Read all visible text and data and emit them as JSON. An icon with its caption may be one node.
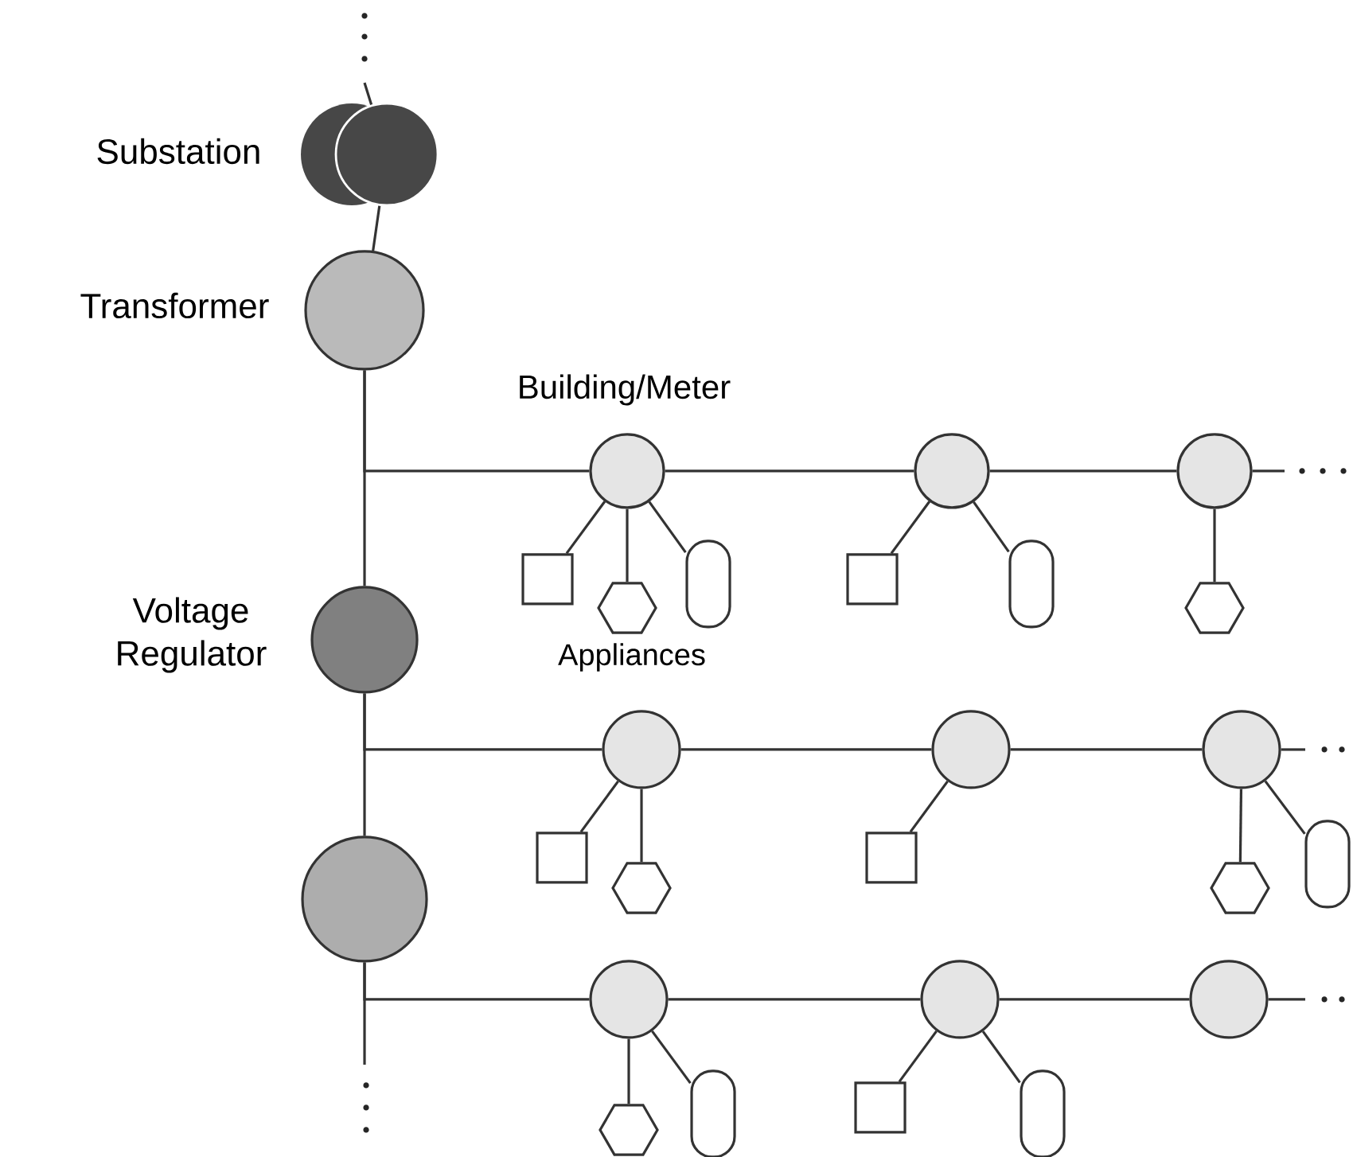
{
  "diagram": {
    "nodes": [
      {
        "text": [
          "Substation"
        ]
      },
      {
        "text": [
          "Transformer"
        ]
      },
      {
        "text": [
          "Voltage Regulator"
        ]
      },
      {
        "text": [],
        "shape": "circle"
      },
      {
        "text": [],
        "shape": "circle"
      },
      {
        "text": [],
        "shape": "box"
      },
      {
        "text": [],
        "shape": "hexagon"
      },
      {
        "text": [],
        "shape": "capsule"
      },
      {
        "text": [],
        "shape": "circle"
      },
      {
        "text": [],
        "shape": "box"
      },
      {
        "text": [],
        "shape": "capsule"
      },
      {
        "text": [],
        "shape": "circle"
      },
      {
        "text": [],
        "shape": "hexagon"
      },
      {
        "text": [],
        "shape": "circle"
      },
      {
        "text": [],
        "shape": "box"
      },
      {
        "text": [],
        "shape": "hexagon"
      },
      {
        "text": [],
        "shape": "circle"
      },
      {
        "text": [],
        "shape": "box"
      },
      {
        "text": [],
        "shape": "circle"
      },
      {
        "text": [],
        "shape": "hexagon"
      },
      {
        "text": [],
        "shape": "capsule"
      },
      {
        "text": [],
        "shape": "circle"
      },
      {
        "text": [],
        "shape": "hexagon"
      },
      {
        "text": [],
        "shape": "capsule"
      },
      {
        "text": [],
        "shape": "circle"
      },
      {
        "text": [],
        "shape": "box"
      },
      {
        "text": [],
        "shape": "capsule"
      },
      {
        "text": [],
        "shape": "circle"
      }
    ],
    "edges": [
      {
        "from": null,
        "to": 0,
        "arrow": "none"
      },
      {
        "from": 0,
        "to": 1,
        "arrow": "none"
      },
      {
        "from": 1,
        "to": 2,
        "arrow": "none"
      },
      {
        "from": 2,
        "to": 3,
        "arrow": "none"
      },
      {
        "from": 1,
        "to": 4,
        "arrow": "none"
      },
      {
        "from": 2,
        "to": 13,
        "arrow": "none"
      },
      {
        "from": 3,
        "to": 21,
        "arrow": "none"
      },
      {
        "from": 3,
        "to": null,
        "arrow": "none"
      },
      {
        "from": 4,
        "to": 8,
        "arrow": "none"
      },
      {
        "from": 8,
        "to": 11,
        "arrow": "none"
      },
      {
        "from": 11,
        "to": null,
        "arrow": "none"
      },
      {
        "from": 13,
        "to": 16,
        "arrow": "none"
      },
      {
        "from": 16,
        "to": 18,
        "arrow": "none"
      },
      {
        "from": 18,
        "to": null,
        "arrow": "none"
      },
      {
        "from": 21,
        "to": 24,
        "arrow": "none"
      },
      {
        "from": 24,
        "to": 27,
        "arrow": "none"
      },
      {
        "from": 27,
        "to": null,
        "arrow": "none"
      },
      {
        "from": 4,
        "to": 5,
        "arrow": "none"
      },
      {
        "from": 4,
        "to": 6,
        "arrow": "none"
      },
      {
        "from": 4,
        "to": 7,
        "arrow": "none"
      },
      {
        "from": 8,
        "to": 9,
        "arrow": "none"
      },
      {
        "from": 8,
        "to": 10,
        "arrow": "none"
      },
      {
        "from": 11,
        "to": 12,
        "arrow": "none"
      },
      {
        "from": 13,
        "to": 14,
        "arrow": "none"
      },
      {
        "from": 13,
        "to": 15,
        "arrow": "none"
      },
      {
        "from": 16,
        "to": 17,
        "arrow": "none"
      },
      {
        "from": 18,
        "to": 19,
        "arrow": "none"
      },
      {
        "from": 18,
        "to": 20,
        "arrow": "none"
      },
      {
        "from": 21,
        "to": 22,
        "arrow": "none"
      },
      {
        "from": 21,
        "to": 23,
        "arrow": "none"
      },
      {
        "from": 24,
        "to": 25,
        "arrow": "none"
      },
      {
        "from": 24,
        "to": 26,
        "arrow": "none"
      }
    ],
    "labels": [
      "Building/Meter",
      "Appliances"
    ]
  }
}
